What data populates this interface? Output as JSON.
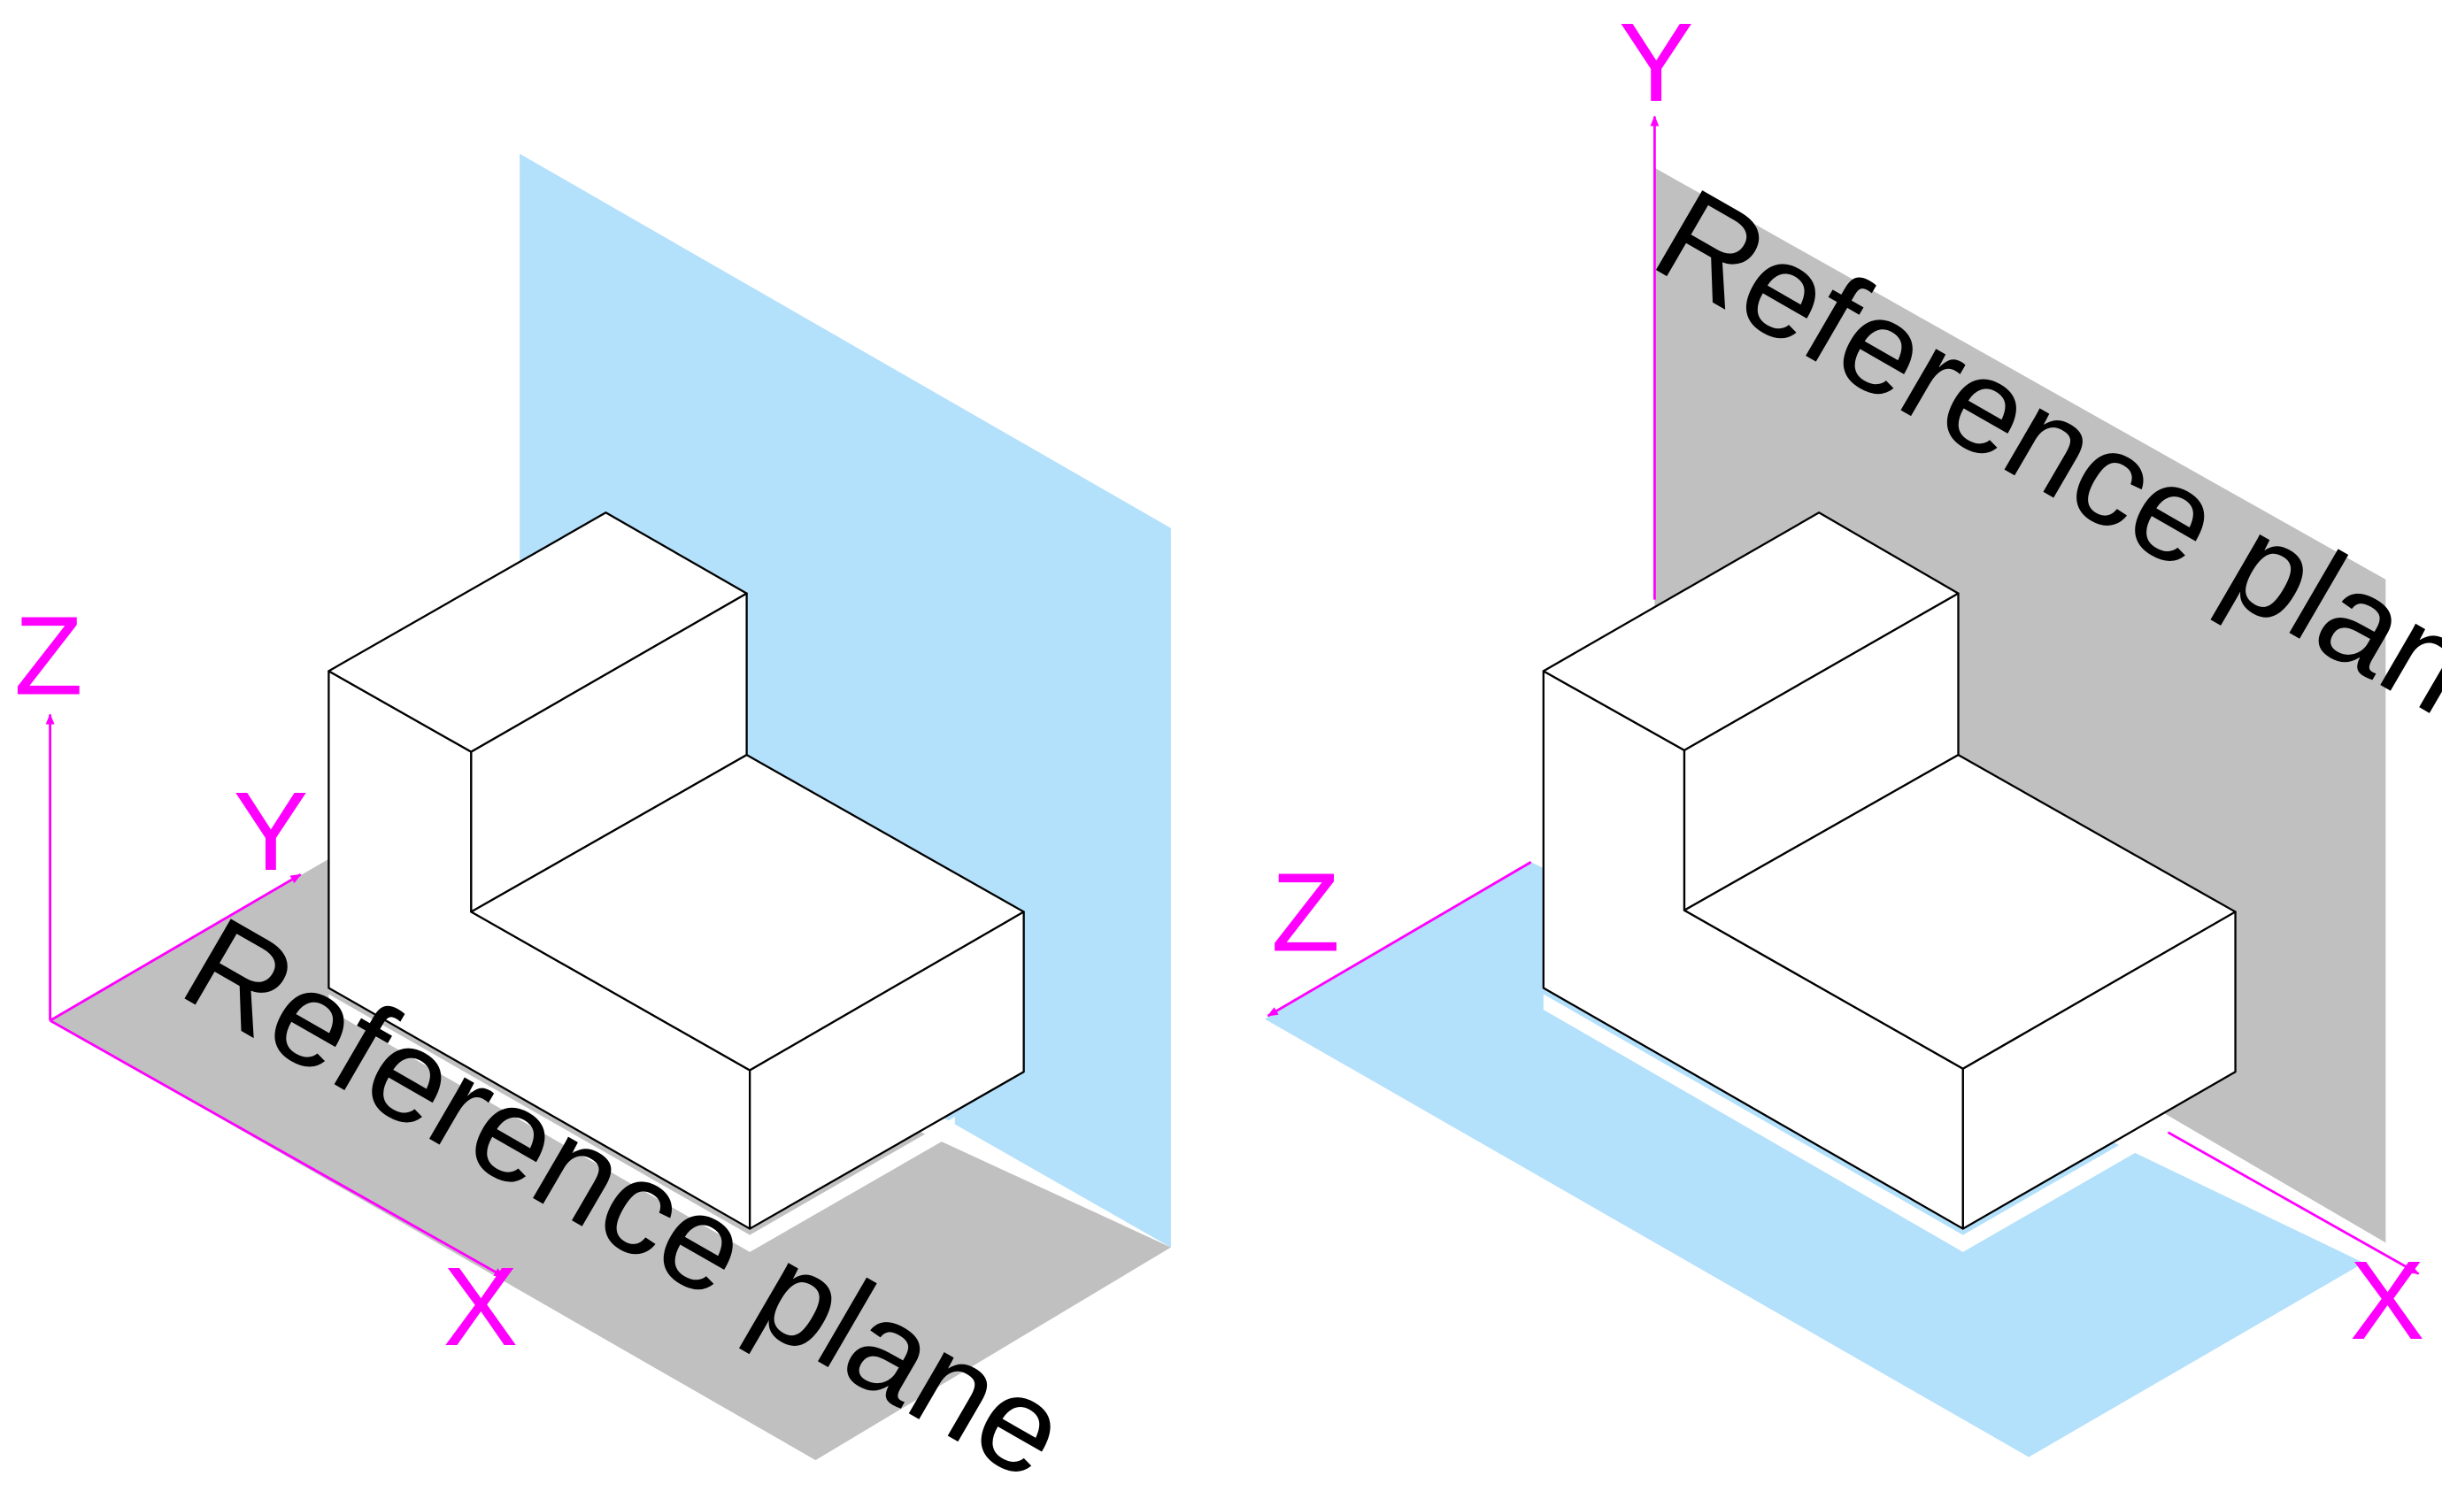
{
  "colors": {
    "gray_plane": "#c0c0c0",
    "blue_plane": "#b3e0fb",
    "axis": "#ff00ff",
    "edge": "#000000",
    "face": "#ffffff"
  },
  "left_view": {
    "axes": {
      "z": "Z",
      "y": "Y",
      "x": "X"
    },
    "plane_label": "Reference plane"
  },
  "right_view": {
    "axes": {
      "y": "Y",
      "z": "Z",
      "x": "X"
    },
    "plane_label": "Reference plane"
  }
}
